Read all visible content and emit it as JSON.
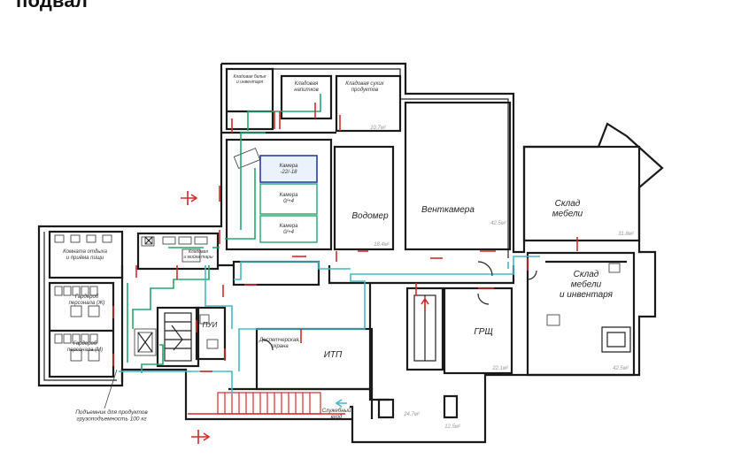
{
  "title": "подвал",
  "rooms": {
    "linen": "Кладовая белья\nи инвентаря",
    "bev": "Кладовая\nнапитков",
    "dry": "Кладовая сухих\nпродуктов",
    "cam1": "Камера\n-22/-18",
    "cam2": "Камера\n0/+4",
    "cam3": "Камера\n0/+4",
    "vodomer": "Водомер",
    "vent": "Венткамера",
    "sklad1": "Склад\nмебели",
    "sklad2": "Склад\nмебели\nи инвентаря",
    "komnata": "Комната отдыха\nи приёма пищи",
    "tara": "Кладовая\nи мойка тары",
    "wardrobe_f": "Гардероб\nперсонала (Ж)",
    "wardrobe_m": "Гардероб\nперсонала (М)",
    "pui": "ПУИ",
    "dispatcher": "Диспетчерская,\nохрана",
    "itp": "ИТП",
    "grsh": "ГРЩ"
  },
  "annotations": {
    "lift": "Подъемник для продуктов\nгрузоподъемность 100 кг",
    "service_entrance": "Служебный\nвход"
  },
  "areas": {
    "a1": "10.7м²",
    "a2": "18.4м²",
    "a3": "42.5м²",
    "a4": "31.8м²",
    "a5": "22.1м²",
    "a6": "42.5м²",
    "a7": "24.7м²",
    "a8": "12.5м²"
  },
  "colors": {
    "wall": "#1a1a1a",
    "clean_path": "#22a86a",
    "dirty_path": "#44b8c8",
    "doors": "#d42a2a",
    "freezer": "#2a3f9e"
  }
}
